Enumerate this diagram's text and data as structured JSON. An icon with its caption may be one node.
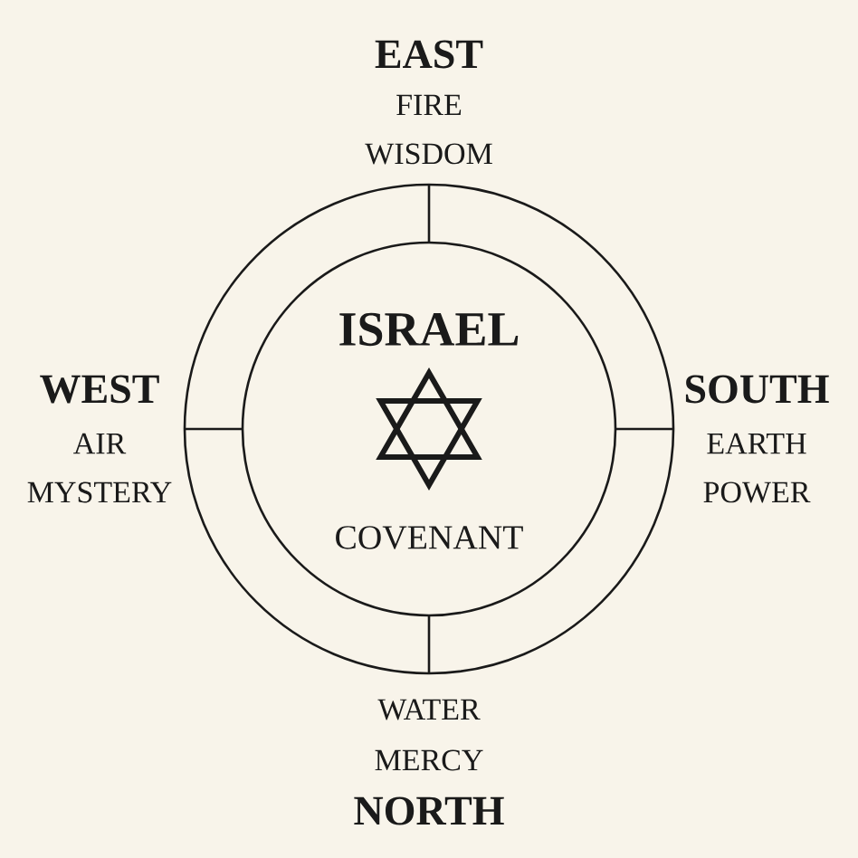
{
  "diagram": {
    "nodes": [
      {
        "text": [],
        "shape": "circle"
      },
      {
        "text": [
          "ISRAEL",
          "COVENANT"
        ],
        "in": 0
      }
    ],
    "labels": [
      "EAST",
      "FIRE",
      "WISDOM",
      "WEST",
      "AIR",
      "MYSTERY",
      "SOUTH",
      "EARTH",
      "POWER",
      "WATER",
      "MERCY",
      "NORTH"
    ]
  }
}
